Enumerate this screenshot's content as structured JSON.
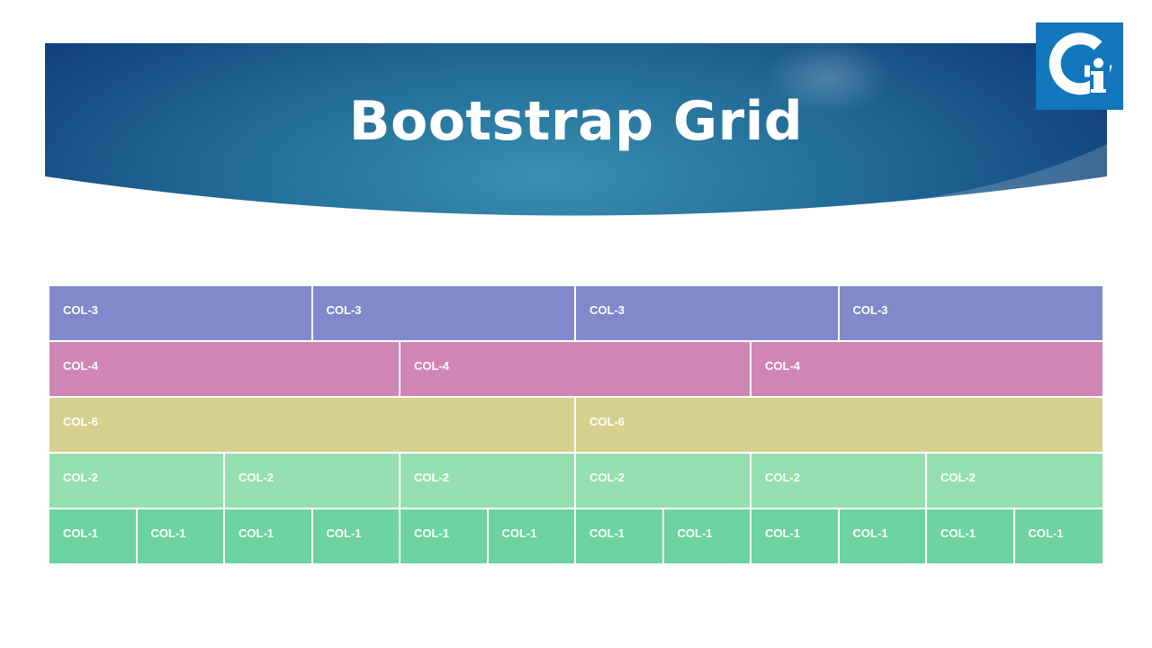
{
  "slide": {
    "title": "Bootstrap Grid",
    "logo": {
      "letters": "Gi",
      "background": "#1176bc"
    }
  },
  "banner_colors": {
    "dark": "#0f3a78",
    "light": "#3a8fb0"
  },
  "grid": {
    "rows": [
      {
        "color": "#7f89cb",
        "cells": [
          {
            "label": "COL-3",
            "span": 3
          },
          {
            "label": "COL-3",
            "span": 3
          },
          {
            "label": "COL-3",
            "span": 3
          },
          {
            "label": "COL-3",
            "span": 3
          }
        ]
      },
      {
        "color": "#d086b4",
        "cells": [
          {
            "label": "COL-4",
            "span": 4
          },
          {
            "label": "COL-4",
            "span": 4
          },
          {
            "label": "COL-4",
            "span": 4
          }
        ]
      },
      {
        "color": "#d6d08e",
        "cells": [
          {
            "label": "COL-6",
            "span": 6
          },
          {
            "label": "COL-6",
            "span": 6
          }
        ]
      },
      {
        "color": "#96dfb0",
        "cells": [
          {
            "label": "COL-2",
            "span": 2
          },
          {
            "label": "COL-2",
            "span": 2
          },
          {
            "label": "COL-2",
            "span": 2
          },
          {
            "label": "COL-2",
            "span": 2
          },
          {
            "label": "COL-2",
            "span": 2
          },
          {
            "label": "COL-2",
            "span": 2
          }
        ]
      },
      {
        "color": "#6dd3a1",
        "cells": [
          {
            "label": "COL-1",
            "span": 1
          },
          {
            "label": "COL-1",
            "span": 1
          },
          {
            "label": "COL-1",
            "span": 1
          },
          {
            "label": "COL-1",
            "span": 1
          },
          {
            "label": "COL-1",
            "span": 1
          },
          {
            "label": "COL-1",
            "span": 1
          },
          {
            "label": "COL-1",
            "span": 1
          },
          {
            "label": "COL-1",
            "span": 1
          },
          {
            "label": "COL-1",
            "span": 1
          },
          {
            "label": "COL-1",
            "span": 1
          },
          {
            "label": "COL-1",
            "span": 1
          },
          {
            "label": "COL-1",
            "span": 1
          }
        ]
      }
    ]
  }
}
